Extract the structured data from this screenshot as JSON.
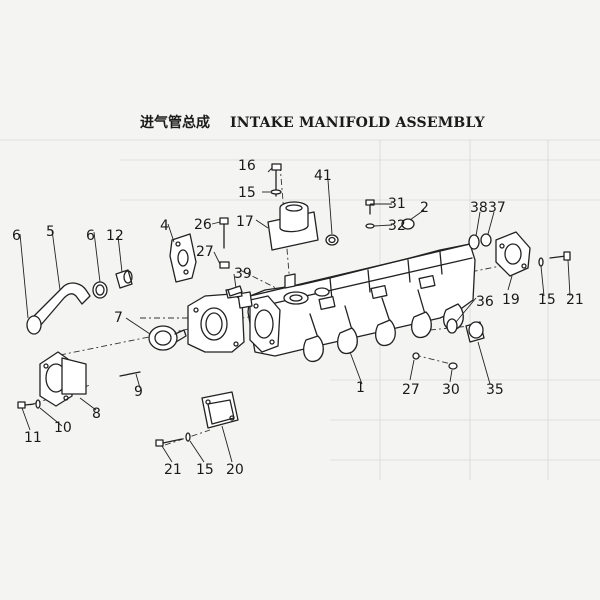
{
  "title": {
    "cn": "进气管总成",
    "en": "INTAKE MANIFOLD ASSEMBLY"
  },
  "callouts": [
    "16",
    "15",
    "41",
    "31",
    "32",
    "2",
    "38",
    "37",
    "17",
    "26",
    "27",
    "39",
    "4",
    "6",
    "5",
    "6",
    "12",
    "7",
    "36",
    "19",
    "15",
    "21",
    "1",
    "27",
    "30",
    "35",
    "9",
    "8",
    "11",
    "10",
    "21",
    "15",
    "20"
  ]
}
